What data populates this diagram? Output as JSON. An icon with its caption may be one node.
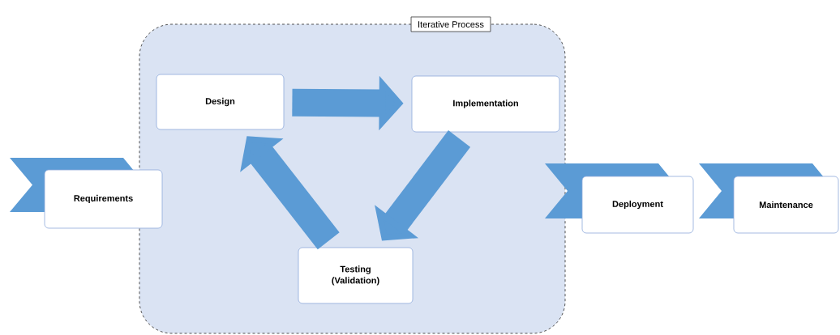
{
  "diagram": {
    "nodes": [
      {
        "text": [
          "Iterative Process"
        ]
      },
      {
        "text": [
          "Requirements"
        ]
      },
      {
        "text": [
          "Design"
        ],
        "in": 0
      },
      {
        "text": [
          "Implementation"
        ],
        "in": 0
      },
      {
        "text": [
          "Testing (Validation)"
        ],
        "in": 0
      },
      {
        "text": [
          "Deployment"
        ]
      },
      {
        "text": [
          "Maintenance"
        ]
      }
    ],
    "edges": [
      {
        "from": 2,
        "to": 3,
        "arrow": "to"
      },
      {
        "from": 3,
        "to": 4,
        "arrow": "to"
      },
      {
        "from": 4,
        "to": 2,
        "arrow": "to"
      }
    ]
  }
}
